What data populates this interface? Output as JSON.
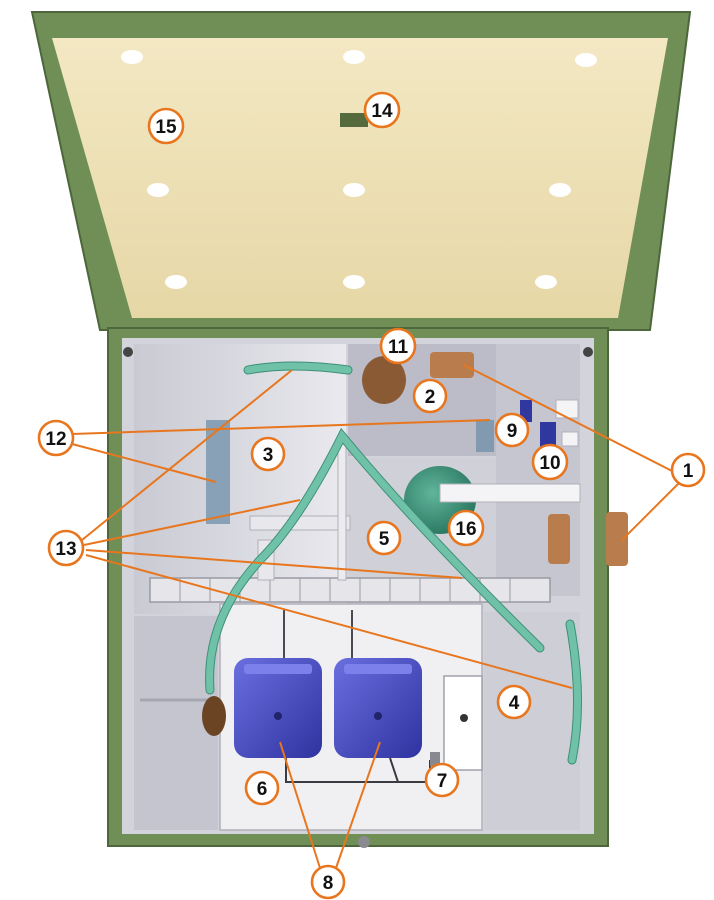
{
  "diagram": {
    "callouts": [
      {
        "id": "c1",
        "label": "1"
      },
      {
        "id": "c2",
        "label": "2"
      },
      {
        "id": "c3",
        "label": "3"
      },
      {
        "id": "c4",
        "label": "4"
      },
      {
        "id": "c5",
        "label": "5"
      },
      {
        "id": "c6",
        "label": "6"
      },
      {
        "id": "c7",
        "label": "7"
      },
      {
        "id": "c8",
        "label": "8"
      },
      {
        "id": "c9",
        "label": "9"
      },
      {
        "id": "c10",
        "label": "10"
      },
      {
        "id": "c11",
        "label": "11"
      },
      {
        "id": "c12",
        "label": "12"
      },
      {
        "id": "c13",
        "label": "13"
      },
      {
        "id": "c14",
        "label": "14"
      },
      {
        "id": "c15",
        "label": "15"
      },
      {
        "id": "c16",
        "label": "16"
      }
    ]
  },
  "colors": {
    "housing": "#6f8f57",
    "lid_inner": "#efe3b8",
    "callout_stroke": "#e8761e",
    "compressor": "#4a4fc8",
    "hose": "#6fc2a8",
    "chamber_wall": "#dcdde3"
  }
}
